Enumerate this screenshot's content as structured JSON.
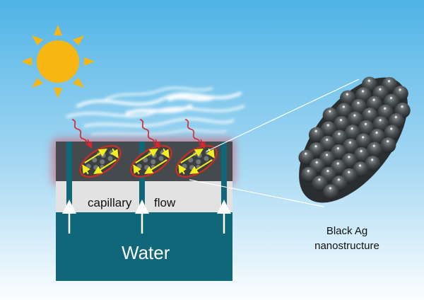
{
  "labels": {
    "capillary": "capillary",
    "flow": "flow",
    "water": "Water",
    "nanostructure_line1": "Black Ag",
    "nanostructure_line2": "nanostructure"
  },
  "colors": {
    "sky_top": "#4fb3e6",
    "sky_bottom": "#ffffff",
    "sun": "#f8b612",
    "water": "#10677a",
    "film": "#444a4e",
    "glow": "#e23b4c",
    "capillary_layer": "#e2e2e2",
    "particle_outline": "#c0302a",
    "plasmon_arrows": "#f2ef1c"
  }
}
